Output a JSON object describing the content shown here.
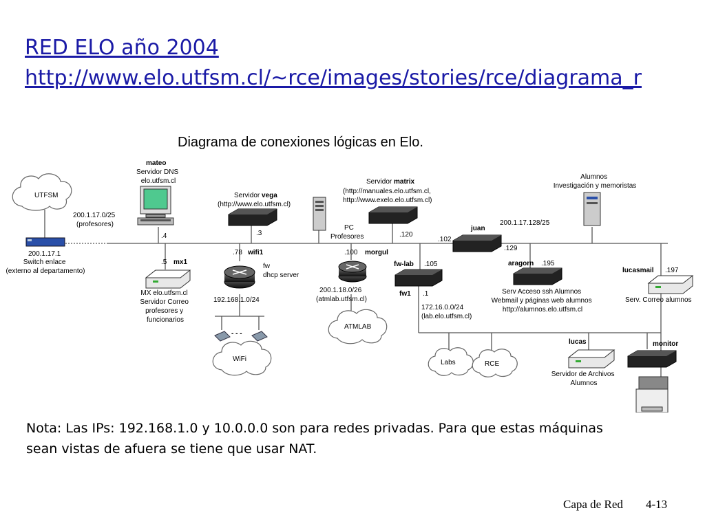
{
  "header": {
    "title": "RED ELO año 2004",
    "url": "http://www.elo.utfsm.cl/~rce/images/stories/rce/diagrama_r"
  },
  "diagram": {
    "title": "Diagrama de conexiones lógicas en Elo.",
    "nodes": {
      "mateo": {
        "name": "mateo",
        "lines": [
          "Servidor DNS",
          "elo.utfsm.cl"
        ],
        "ip": ".4"
      },
      "utfsm": {
        "label": "UTFSM"
      },
      "switch": {
        "lines": [
          "200.1.17.1",
          "Switch enlace",
          "(externo al departamento)"
        ]
      },
      "profnet": {
        "lines": [
          "200.1.17.0/25",
          "(profesores)"
        ]
      },
      "vega": {
        "prefix": "Servidor ",
        "name": "vega",
        "url": "(http://www.elo.utfsm.cl)",
        "ip": ".3"
      },
      "pc": {
        "lines": [
          "PC",
          "Profesores"
        ]
      },
      "matrix": {
        "prefix": "Servidor ",
        "name": "matrix",
        "lines": [
          "(http://manuales.elo.utfsm.cl,",
          "http://www.exelo.elo.utfsm.cl)"
        ],
        "ip": ".120"
      },
      "juan": {
        "name": "juan",
        "ip": ".102",
        "ip2": ".129"
      },
      "alumnos": {
        "lines": [
          "Alumnos",
          "Investigación y memoristas"
        ],
        "net": "200.1.17.128/25"
      },
      "mx1": {
        "name": "mx1",
        "ip": ".5",
        "lines": [
          "MX elo.utfsm.cl",
          "Servidor Correo",
          "profesores y",
          "funcionarios"
        ]
      },
      "wifi1": {
        "name": "wifi1",
        "ip": ".78",
        "lines": [
          "fw",
          "dhcp server"
        ],
        "net": "192.168.1.0/24"
      },
      "wifi": {
        "label": "WiFi",
        "dots": "- - -"
      },
      "morgul": {
        "name": "morgul",
        "ip": ".100",
        "lines": [
          "200.1.18.0/26",
          "(atmlab.utfsm.cl)"
        ]
      },
      "atmlab": {
        "label": "ATMLAB"
      },
      "fwlab": {
        "name": "fw-lab",
        "ip": ".105",
        "name2": "fw1",
        "ip2": ".1",
        "lines": [
          "172.16.0.0/24",
          "(lab.elo.utfsm.cl)"
        ]
      },
      "labs": {
        "label": "Labs"
      },
      "rce": {
        "label": "RCE"
      },
      "aragorn": {
        "name": "aragorn",
        "ip": ".195",
        "lines": [
          "Serv Acceso ssh Alumnos",
          "Webmail y páginas web alumnos",
          "http://alumnos.elo.utfsm.cl"
        ]
      },
      "lucasmail": {
        "name": "lucasmail",
        "ip": ".197",
        "lines": [
          "Serv. Correo alumnos"
        ]
      },
      "lucas": {
        "name": "lucas",
        "lines": [
          "Servidor de Archivos",
          "Alumnos"
        ]
      },
      "monitor": {
        "name": "monitor"
      }
    }
  },
  "note": "Nota: Las IPs: 192.168.1.0 y 10.0.0.0 son para redes privadas. Para que estas máquinas sean vistas de afuera se tiene que usar NAT.",
  "footer": {
    "label": "Capa de Red",
    "page": "4-13"
  }
}
